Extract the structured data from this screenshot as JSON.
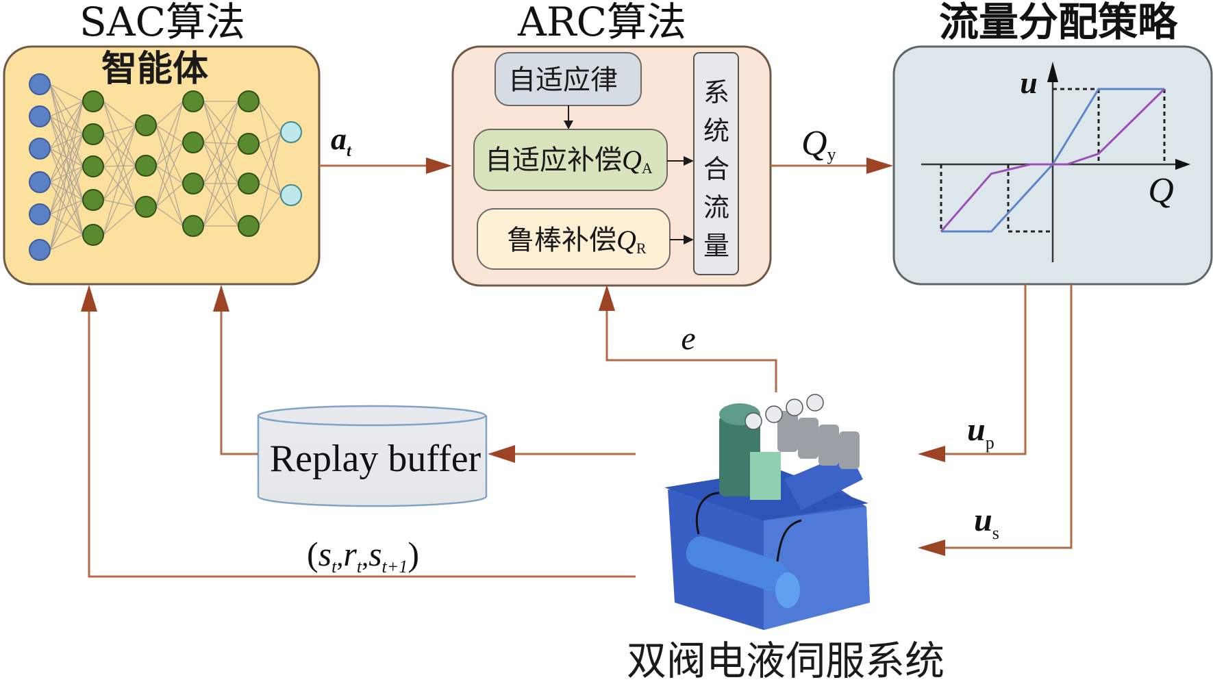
{
  "titles": {
    "sac": "SAC算法",
    "sac_sub": "智能体",
    "arc": "ARC算法",
    "flow_policy": "流量分配策略",
    "system": "双阀电液伺服系统"
  },
  "arc_blocks": {
    "adaptive_law": "自适应律",
    "adaptive_comp": "自适应补偿",
    "adaptive_comp_symbol": "Q",
    "adaptive_comp_sub": "A",
    "robust_comp": "鲁棒补偿",
    "robust_comp_symbol": "Q",
    "robust_comp_sub": "R",
    "combined_flow": [
      "系",
      "统",
      "合",
      "流",
      "量"
    ]
  },
  "signals": {
    "action": {
      "symbol": "a",
      "sub": "t"
    },
    "flow_out": {
      "symbol": "Q",
      "sub": "y"
    },
    "error": {
      "symbol": "e"
    },
    "u_p": {
      "symbol": "u",
      "sub": "p"
    },
    "u_s": {
      "symbol": "u",
      "sub": "s"
    },
    "transition": {
      "open": "(",
      "s": "s",
      "t": "t",
      "comma": ",",
      "r": "r",
      "s_next_sub": "t+1",
      "close": ")"
    }
  },
  "replay_buffer": {
    "label": "Replay buffer"
  },
  "network": {
    "layers": [
      6,
      5,
      3,
      4,
      4,
      2
    ],
    "colors": {
      "input": "#5b80c4",
      "hidden": "#5a8a2e",
      "output": "#bfe8ea"
    }
  },
  "flow_graph": {
    "y_axis_label": "u",
    "x_axis_label": "Q",
    "series": [
      {
        "name": "blue",
        "color": "#5b86c9",
        "points": [
          [
            -1.0,
            -1.0
          ],
          [
            -0.55,
            -1.0
          ],
          [
            0,
            0
          ],
          [
            0.32,
            1.0
          ],
          [
            0.78,
            1.0
          ]
        ]
      },
      {
        "name": "purple",
        "color": "#9a4fb8",
        "points": [
          [
            -1.0,
            -1.0
          ],
          [
            -0.55,
            -0.14
          ],
          [
            -0.2,
            0
          ],
          [
            0.1,
            0
          ],
          [
            0.32,
            0.14
          ],
          [
            0.78,
            1.0
          ]
        ]
      }
    ]
  },
  "colors": {
    "sac_fill": "#fbe09e",
    "arc_fill": "#fbe5d6",
    "policy_fill": "#dde6ea",
    "adaptive_law_fill": "#d6dce4",
    "adaptive_comp_fill": "#d8e4bc",
    "robust_comp_fill": "#fdf0d5",
    "combined_fill": "#e6e8ec",
    "flow_line": "#b06a45"
  }
}
